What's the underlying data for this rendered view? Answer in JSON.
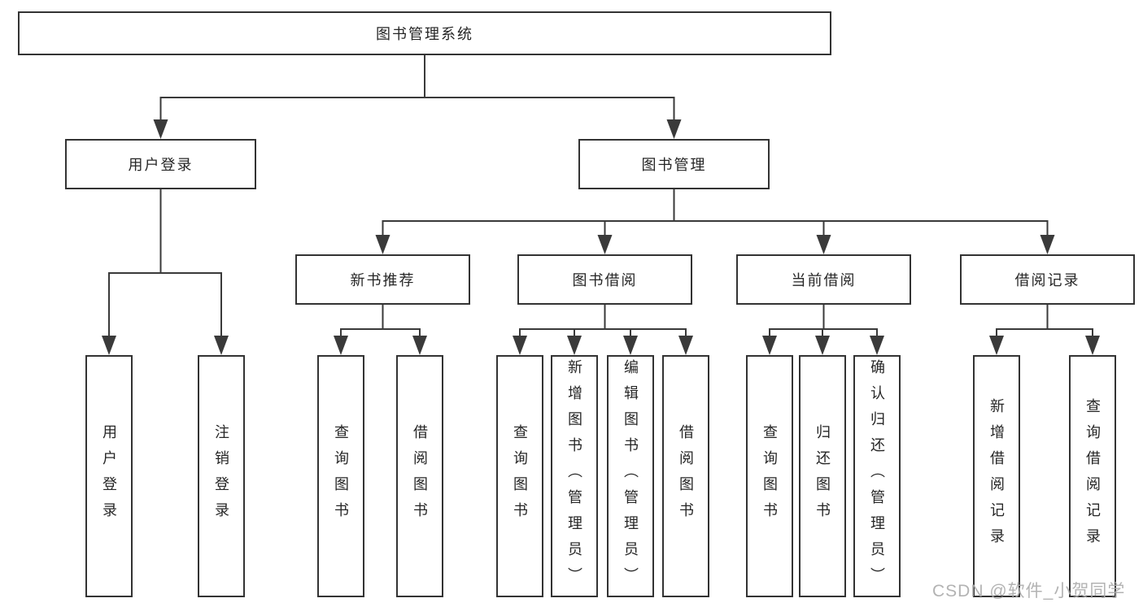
{
  "root": {
    "label": "图书管理系统"
  },
  "branches": [
    {
      "label": "用户登录",
      "leaves": [
        "用户登录",
        "注销登录"
      ]
    },
    {
      "label": "图书管理",
      "subbranches": [
        {
          "label": "新书推荐",
          "leaves": [
            "查询图书",
            "借阅图书"
          ]
        },
        {
          "label": "图书借阅",
          "leaves": [
            "查询图书",
            "新增图书（管理员）",
            "编辑图书（管理员）",
            "借阅图书"
          ]
        },
        {
          "label": "当前借阅",
          "leaves": [
            "查询图书",
            "归还图书",
            "确认归还（管理员）"
          ]
        },
        {
          "label": "借阅记录",
          "leaves": [
            "新增借阅记录",
            "查询借阅记录"
          ]
        }
      ]
    }
  ],
  "watermark": {
    "text": "CSDN @软件_小贺同学"
  },
  "colors": {
    "line": "#3a3a3a",
    "box_border": "#333333",
    "text": "#262626",
    "watermark": "#acacac",
    "background": "#ffffff"
  }
}
